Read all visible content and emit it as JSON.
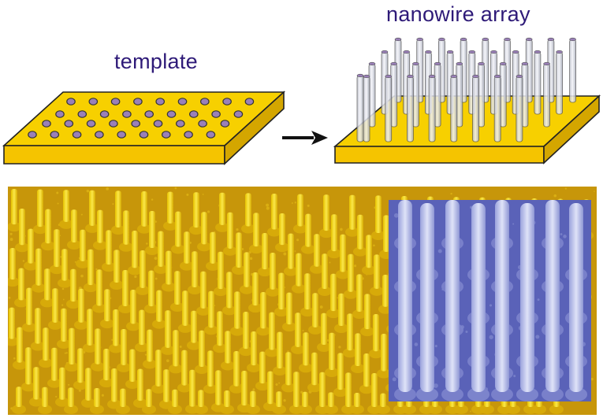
{
  "labels": {
    "template": "template",
    "nanowire_array": "nanowire array"
  },
  "template_schematic": {
    "rows": 4,
    "holes_per_row": [
      9,
      9,
      9,
      9
    ]
  },
  "nanowire_schematic": {
    "rows": 4,
    "wires_per_row": [
      9,
      9,
      9,
      8
    ]
  },
  "colors": {
    "label_text": "#2e1a78",
    "substrate_top": "#f7d000",
    "substrate_side": "#f5c400",
    "substrate_right": "#d4a600",
    "hole": "#9a80b8",
    "wire": "#e4e6ee",
    "sem_background": "#c7960a",
    "sem_wire": "#f2d81c",
    "inset_background": "#5a62b8",
    "inset_wire": "#c2c8ee",
    "arrow": "#111111"
  }
}
